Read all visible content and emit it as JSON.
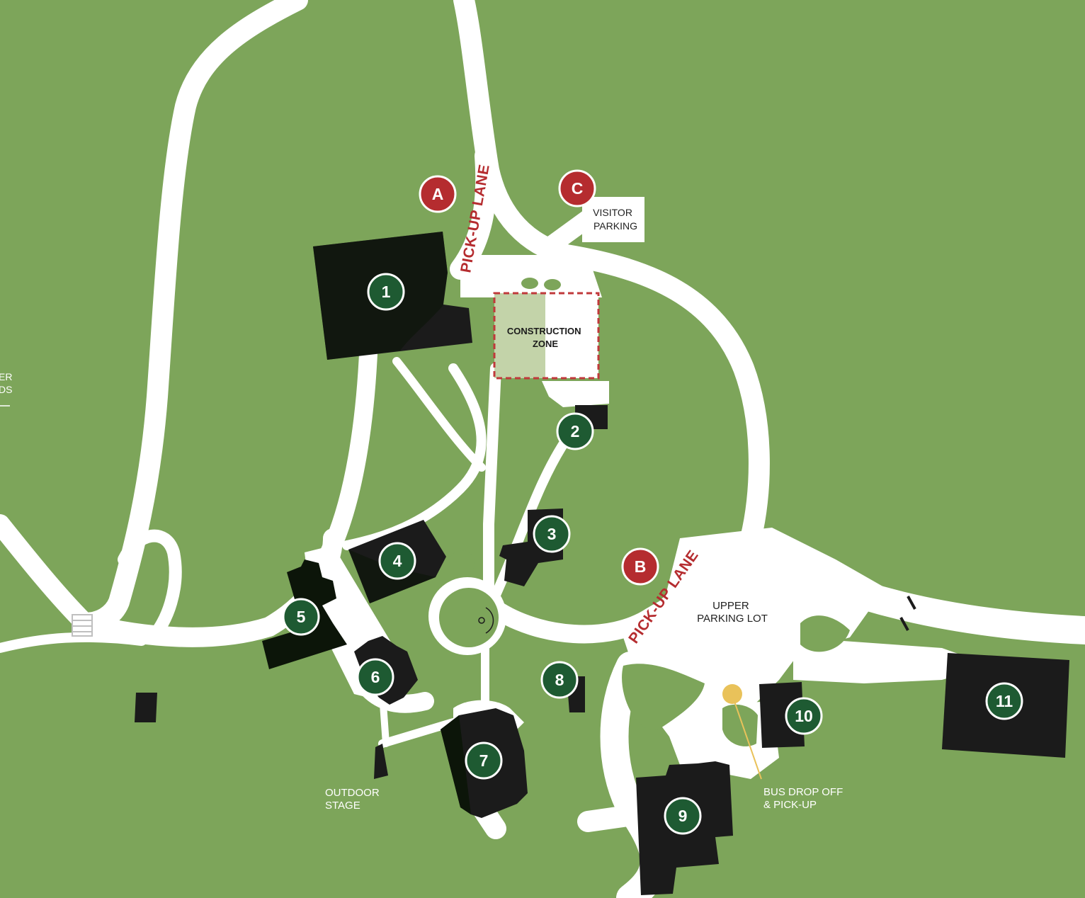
{
  "colors": {
    "grass": "#7da55a",
    "road": "#ffffff",
    "building": "#1b1b1b",
    "building_dark": "#0c1509",
    "marker_green": "#1e5a32",
    "marker_red": "#b52c2f",
    "pickup_text": "#b52c2f",
    "construction_fill": "#c3d3a9",
    "bus_line": "#e9c25a"
  },
  "buildings": [
    {
      "number": "1"
    },
    {
      "number": "2"
    },
    {
      "number": "3"
    },
    {
      "number": "4"
    },
    {
      "number": "5"
    },
    {
      "number": "6"
    },
    {
      "number": "7"
    },
    {
      "number": "8"
    },
    {
      "number": "9"
    },
    {
      "number": "10"
    },
    {
      "number": "11"
    }
  ],
  "letter_markers": [
    {
      "letter": "A"
    },
    {
      "letter": "B"
    },
    {
      "letter": "C"
    }
  ],
  "labels": {
    "pickup_lane_north": "PICK-UP LANE",
    "pickup_lane_east": "PICK-UP LANE",
    "visitor_parking": [
      "VISITOR",
      "PARKING"
    ],
    "construction_zone": [
      "CONSTRUCTION",
      "ZONE"
    ],
    "upper_parking": [
      "UPPER",
      "PARKING LOT"
    ],
    "outdoor_stage": [
      "OUTDOOR",
      "STAGE"
    ],
    "bus_drop": [
      "BUS DROP OFF",
      "& PICK-UP"
    ],
    "edge_cut": [
      "ER",
      "DS"
    ]
  }
}
